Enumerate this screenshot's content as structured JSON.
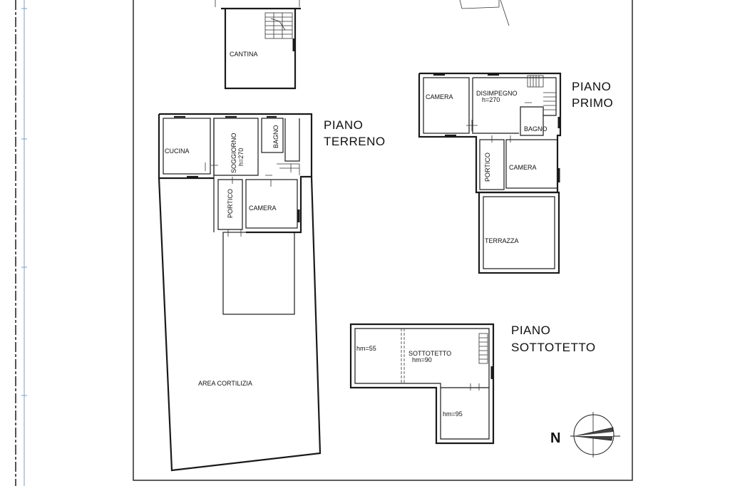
{
  "floors": {
    "terreno": {
      "line1": "PIANO",
      "line2": "TERRENO"
    },
    "primo": {
      "line1": "PIANO",
      "line2": "PRIMO"
    },
    "sottotetto": {
      "line1": "PIANO",
      "line2": "SOTTOTETTO"
    }
  },
  "rooms": {
    "cantina": "CANTINA",
    "cucina": "CUCINA",
    "soggiorno": "SOGGIORNO",
    "soggiorno_h": "h=270",
    "bagno_terreno": "BAGNO",
    "portico_terreno": "PORTICO",
    "camera_terreno": "CAMERA",
    "area_cortilizia": "AREA CORTILIZIA",
    "camera_primo_1": "CAMERA",
    "disimpegno": "DISIMPEGNO",
    "disimpegno_h": "h=270",
    "bagno_primo": "BAGNO",
    "portico_primo": "PORTICO",
    "camera_primo_2": "CAMERA",
    "terrazza": "TERRAZZA",
    "sottotetto": "SOTTOTETTO",
    "sottotetto_hm": "hm=90",
    "hm55": "hm=55",
    "hm95": "hm=95"
  },
  "compass": {
    "north_label": "N"
  }
}
